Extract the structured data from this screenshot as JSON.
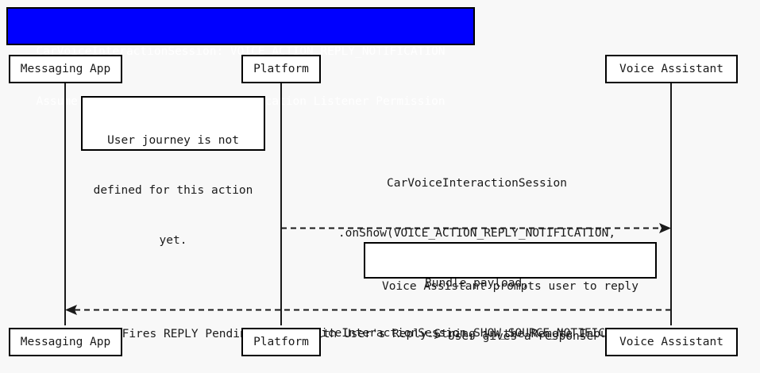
{
  "diagram": {
    "type": "uml-sequence-diagram",
    "background_color": "#f8f8f8",
    "title": {
      "line1": "CarVoiceInteractionSession: VOICE_ACTION_REPLY_NOTIFICATION",
      "line2": "Assume Voice Assistant has Notification Listener Permission",
      "background_color": "#0000ff",
      "text_color": "#ffffff"
    },
    "participants": [
      {
        "id": "messaging-app",
        "label": "Messaging App"
      },
      {
        "id": "platform",
        "label": "Platform"
      },
      {
        "id": "voice-assistant",
        "label": "Voice Assistant"
      }
    ],
    "notes": [
      {
        "id": "note-user-journey",
        "line1": "User journey is not",
        "line2": "defined for this action",
        "line3": "yet."
      },
      {
        "id": "note-voice-prompt",
        "line1": "Voice Assistant prompts user to reply",
        "line2": "-> User gives a response"
      }
    ],
    "messages": [
      {
        "id": "message-onshow",
        "from": "platform",
        "to": "voice-assistant",
        "direction": "right",
        "style": "dashed",
        "arrowhead": "filled",
        "line1": "CarVoiceInteractionSession",
        "line2": ".onShow(VOICE_ACTION_REPLY_NOTIFICATION,",
        "line3": "Bundle payload,",
        "line4": "VoiceInteractionSession.SHOW_SOURCE_NOTIFICATION)"
      },
      {
        "id": "message-reply-intent",
        "from": "voice-assistant",
        "to": "messaging-app",
        "direction": "left",
        "style": "dashed",
        "arrowhead": "filled",
        "line1": "Fires REPLY Pending Intent with User's Reply String in the Remote Input"
      }
    ]
  }
}
